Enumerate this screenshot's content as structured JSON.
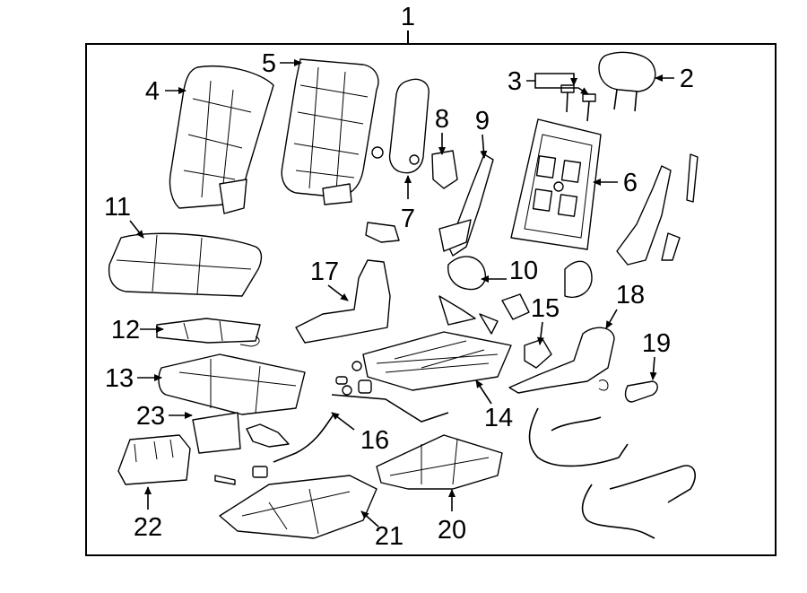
{
  "diagram": {
    "main_label": "1",
    "callouts": [
      "2",
      "3",
      "4",
      "5",
      "6",
      "7",
      "8",
      "9",
      "10",
      "11",
      "12",
      "13",
      "14",
      "15",
      "16",
      "17",
      "18",
      "19",
      "20",
      "21",
      "22",
      "23"
    ]
  }
}
